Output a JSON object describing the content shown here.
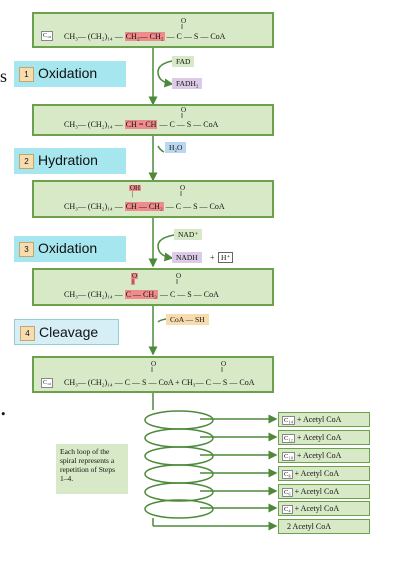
{
  "left_fragments": {
    "top": "s",
    "bottom": "."
  },
  "boxes": {
    "b1": {
      "chain": "C₁₈",
      "start": "CH₃— (CH₂)₁₄ —",
      "hl": "CH₂— CH₂",
      "end": "— C — S — CoA",
      "co": "O"
    },
    "b2": {
      "start": "CH₃— (CH₂)₁₄ —",
      "hl": "CH = CH",
      "end": "— C — S — CoA",
      "co": "O"
    },
    "b3": {
      "start": "CH₃— (CH₂)₁₄ —",
      "hl": "CH — CH₂",
      "end": "— C — S — CoA",
      "oh": "OH",
      "co": "O"
    },
    "b4": {
      "start": "CH₃— (CH₂)₁₄ —",
      "hl": "C — CH₂",
      "end": "— C — S — CoA",
      "ko": "O",
      "co": "O"
    },
    "b5": {
      "chain": "C₁₆",
      "text": "CH₃— (CH₂)₁₄ — C — S — CoA + CH₃— C — S — CoA",
      "co1": "O",
      "co2": "O"
    }
  },
  "steps": [
    {
      "num": "1",
      "label": "Oxidation"
    },
    {
      "num": "2",
      "label": "Hydration"
    },
    {
      "num": "3",
      "label": "Oxidation"
    },
    {
      "num": "4",
      "label": "Cleavage"
    }
  ],
  "reagents": {
    "fad": "FAD",
    "fadh2": "FADH₂",
    "h2o": "H₂O",
    "nad": "NAD⁺",
    "nadh": "NADH",
    "plus": "+",
    "hplus": "H⁺",
    "coash": "CoA — SH"
  },
  "products": [
    {
      "chain": "C₁₄",
      "text": "+ Acetyl CoA"
    },
    {
      "chain": "C₁₂",
      "text": "+ Acetyl CoA"
    },
    {
      "chain": "C₁₀",
      "text": "+ Acetyl CoA"
    },
    {
      "chain": "C₈",
      "text": "+ Acetyl CoA"
    },
    {
      "chain": "C₆",
      "text": "+ Acetyl CoA"
    },
    {
      "chain": "C₄",
      "text": "+ Acetyl CoA"
    },
    {
      "chain": "",
      "text": "2 Acetyl CoA"
    }
  ],
  "note": "Each loop of the spiral represents a repetition of Steps 1–4.",
  "colors": {
    "box": "#d7e9c6",
    "step": "#a6e6ee",
    "highlight": "#ef8b8b",
    "arrow": "#4c8a3a"
  }
}
